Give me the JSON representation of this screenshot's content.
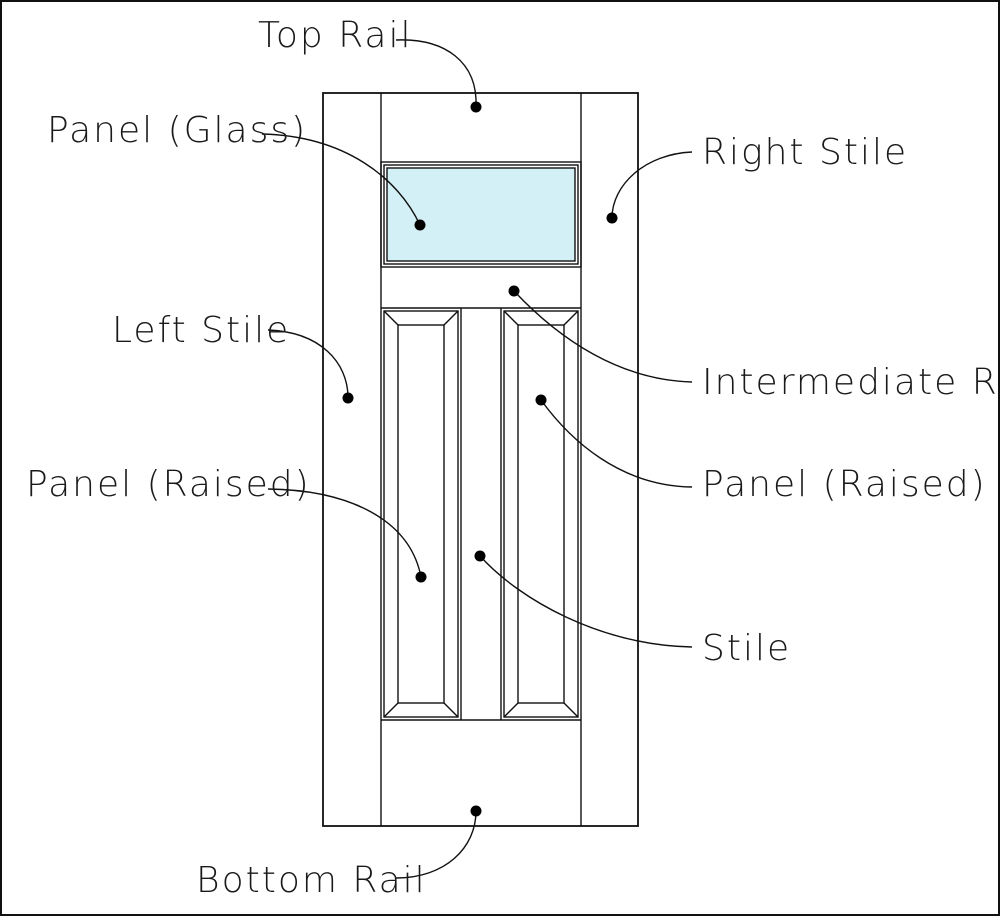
{
  "colors": {
    "glass": "#d4f0f7",
    "line": "#111111",
    "background": "#ffffff"
  },
  "labels": {
    "top_rail": "Top Rail",
    "panel_glass": "Panel (Glass)",
    "right_stile": "Right Stile",
    "left_stile": "Left Stile",
    "intermediate_rail": "Intermediate Rail",
    "panel_raised_left": "Panel (Raised)",
    "panel_raised_right": "Panel (Raised)",
    "stile": "Stile",
    "bottom_rail": "Bottom Rail"
  }
}
